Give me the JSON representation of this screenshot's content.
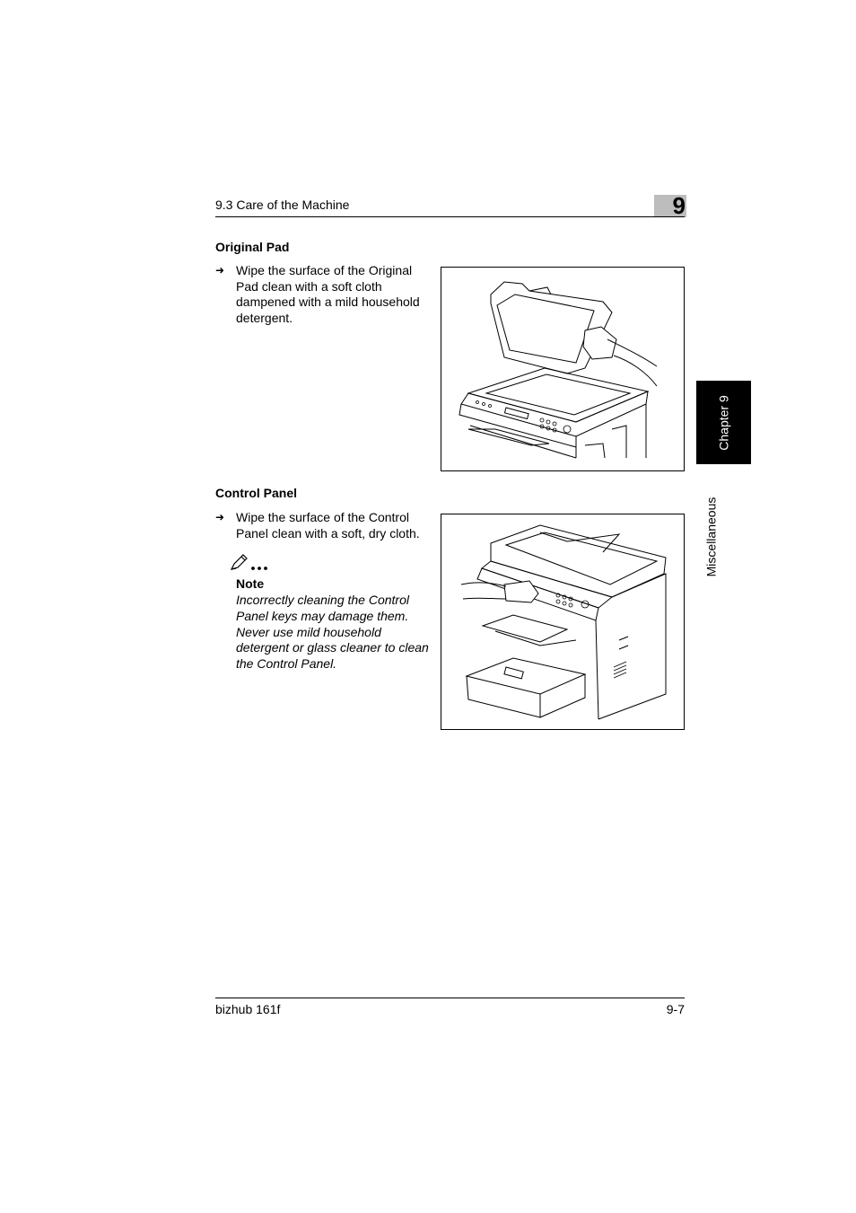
{
  "header": {
    "section_title": "9.3 Care of the Machine",
    "chapter_number": "9"
  },
  "side_tab": {
    "chapter_label": "Chapter 9",
    "section_label": "Miscellaneous"
  },
  "sections": [
    {
      "heading": "Original Pad",
      "bullet_icon": "arrow-right-icon",
      "bullet_text": "Wipe the surface of the Original Pad clean with a soft cloth dampened with a mild household detergent."
    },
    {
      "heading": "Control Panel",
      "bullet_icon": "arrow-right-icon",
      "bullet_text": "Wipe the surface of the Control Panel clean with a soft, dry cloth.",
      "note": {
        "icon": "pencil-note-icon",
        "title": "Note",
        "body": "Incorrectly cleaning the Control Panel keys may damage them. Never use mild household detergent or glass cleaner to clean the Control Panel."
      }
    }
  ],
  "footer": {
    "product": "bizhub 161f",
    "page": "9-7"
  }
}
